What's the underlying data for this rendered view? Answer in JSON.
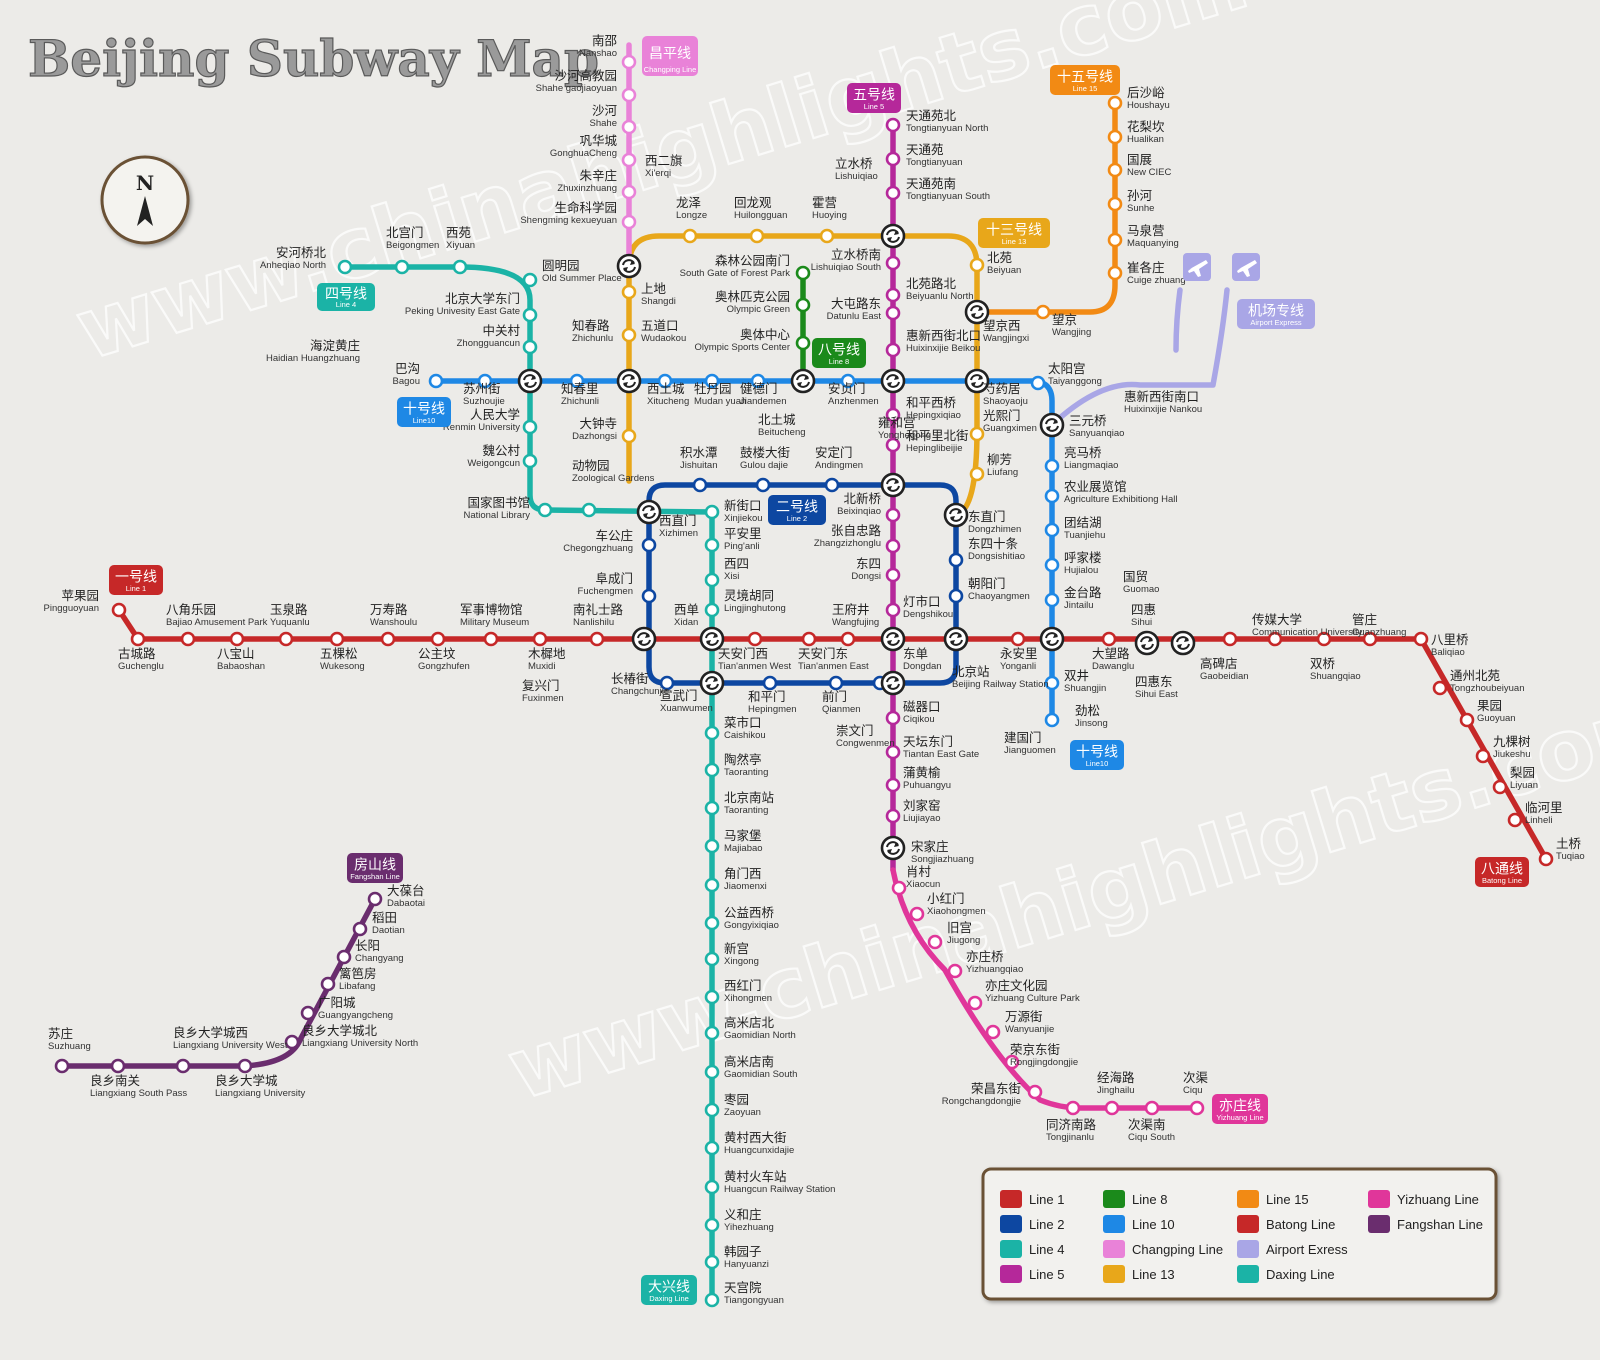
{
  "title": "Beijing Subway Map",
  "watermarks": [
    "www.chinahighlights.com",
    "www.chinahighlights.com"
  ],
  "compass": {
    "label": "N"
  },
  "colors": {
    "line1": "#c62828",
    "line2": "#0d47a1",
    "line4": "#1bb3a6",
    "line5": "#b5289a",
    "line8": "#1b8a1b",
    "line10": "#1e88e5",
    "line13": "#e8a71a",
    "line15": "#f28a14",
    "changping": "#e982d8",
    "batong": "#c62828",
    "airport": "#a9a6e6",
    "daxing": "#1bb3a6",
    "yizhuang": "#e0369a",
    "fangshan": "#6a2d6e"
  },
  "badges": {
    "line1": {
      "cn": "一号线",
      "en": "Line 1"
    },
    "line2": {
      "cn": "二号线",
      "en": "Line 2"
    },
    "line4": {
      "cn": "四号线",
      "en": "Line 4"
    },
    "line5": {
      "cn": "五号线",
      "en": "Line 5"
    },
    "line8": {
      "cn": "八号线",
      "en": "Line 8"
    },
    "line10a": {
      "cn": "十号线",
      "en": "Line10"
    },
    "line10b": {
      "cn": "十号线",
      "en": "Line10"
    },
    "line13": {
      "cn": "十三号线",
      "en": "Line 13"
    },
    "line15": {
      "cn": "十五号线",
      "en": "Line 15"
    },
    "changping": {
      "cn": "昌平线",
      "en": "Changping Line"
    },
    "batong": {
      "cn": "八通线",
      "en": "Batong Line"
    },
    "airport": {
      "cn": "机场专线",
      "en": "Airport Express"
    },
    "daxing": {
      "cn": "大兴线",
      "en": "Daxing Line"
    },
    "yizhuang": {
      "cn": "亦庄线",
      "en": "Yizhuang Line"
    },
    "fangshan": {
      "cn": "房山线",
      "en": "Fangshan Line"
    }
  },
  "legend": [
    {
      "label": "Line 1",
      "color": "#c62828"
    },
    {
      "label": "Line 2",
      "color": "#0d47a1"
    },
    {
      "label": "Line 4",
      "color": "#1bb3a6"
    },
    {
      "label": "Line 5",
      "color": "#b5289a"
    },
    {
      "label": "Line 8",
      "color": "#1b8a1b"
    },
    {
      "label": "Line 10",
      "color": "#1e88e5"
    },
    {
      "label": "Changping Line",
      "color": "#e982d8"
    },
    {
      "label": "Line 13",
      "color": "#e8a71a"
    },
    {
      "label": "Line 15",
      "color": "#f28a14"
    },
    {
      "label": "Batong Line",
      "color": "#c62828"
    },
    {
      "label": "Airport Exress",
      "color": "#a9a6e6"
    },
    {
      "label": "Daxing Line",
      "color": "#1bb3a6"
    },
    {
      "label": "Yizhuang Line",
      "color": "#e0369a"
    },
    {
      "label": "Fangshan Line",
      "color": "#6a2d6e"
    }
  ],
  "stations": [
    {
      "cn": "苹果园",
      "en": "Pingguoyuan"
    },
    {
      "cn": "古城路",
      "en": "Guchenglu"
    },
    {
      "cn": "八角乐园",
      "en": "Bajiao Amusement Park"
    },
    {
      "cn": "八宝山",
      "en": "Babaoshan"
    },
    {
      "cn": "玉泉路",
      "en": "Yuquanlu"
    },
    {
      "cn": "五棵松",
      "en": "Wukesong"
    },
    {
      "cn": "万寿路",
      "en": "Wanshoulu"
    },
    {
      "cn": "公主坟",
      "en": "Gongzhufen"
    },
    {
      "cn": "军事博物馆",
      "en": "Military Museum"
    },
    {
      "cn": "木樨地",
      "en": "Muxidi"
    },
    {
      "cn": "南礼士路",
      "en": "Nanlishilu"
    },
    {
      "cn": "复兴门",
      "en": "Fuxinmen"
    },
    {
      "cn": "西单",
      "en": "Xidan"
    },
    {
      "cn": "天安门西",
      "en": "Tian'anmen West"
    },
    {
      "cn": "天安门东",
      "en": "Tian'anmen East"
    },
    {
      "cn": "王府井",
      "en": "Wangfujing"
    },
    {
      "cn": "东单",
      "en": "Dongdan"
    },
    {
      "cn": "建国门",
      "en": "Jianguomen"
    },
    {
      "cn": "永安里",
      "en": "Yonganli"
    },
    {
      "cn": "国贸",
      "en": "Guomao"
    },
    {
      "cn": "大望路",
      "en": "Dawanglu"
    },
    {
      "cn": "四惠",
      "en": "Sihui"
    },
    {
      "cn": "四惠东",
      "en": "Sihui East"
    },
    {
      "cn": "高碑店",
      "en": "Gaobeidian"
    },
    {
      "cn": "传媒大学",
      "en": "Communication University"
    },
    {
      "cn": "双桥",
      "en": "Shuangqiao"
    },
    {
      "cn": "管庄",
      "en": "Guanzhuang"
    },
    {
      "cn": "八里桥",
      "en": "Baliqiao"
    },
    {
      "cn": "通州北苑",
      "en": "Tongzhoubeiyuan"
    },
    {
      "cn": "果园",
      "en": "Guoyuan"
    },
    {
      "cn": "九棵树",
      "en": "Jiukeshu"
    },
    {
      "cn": "梨园",
      "en": "Liyuan"
    },
    {
      "cn": "临河里",
      "en": "Linheli"
    },
    {
      "cn": "土桥",
      "en": "Tuqiao"
    },
    {
      "cn": "积水潭",
      "en": "Jishuitan"
    },
    {
      "cn": "鼓楼大街",
      "en": "Gulou dajie"
    },
    {
      "cn": "安定门",
      "en": "Andingmen"
    },
    {
      "cn": "雍和宫",
      "en": "Yonghegong"
    },
    {
      "cn": "东直门",
      "en": "Dongzhimen"
    },
    {
      "cn": "东四十条",
      "en": "Dongsishitiao"
    },
    {
      "cn": "朝阳门",
      "en": "Chaoyangmen"
    },
    {
      "cn": "北京站",
      "en": "Beijing Railway Station"
    },
    {
      "cn": "崇文门",
      "en": "Congwenmen"
    },
    {
      "cn": "前门",
      "en": "Qianmen"
    },
    {
      "cn": "和平门",
      "en": "Hepingmen"
    },
    {
      "cn": "宣武门",
      "en": "Xuanwumen"
    },
    {
      "cn": "长椿街",
      "en": "Changchunjie"
    },
    {
      "cn": "阜成门",
      "en": "Fuchengmen"
    },
    {
      "cn": "车公庄",
      "en": "Chegongzhuang"
    },
    {
      "cn": "西直门",
      "en": "Xizhimen"
    },
    {
      "cn": "安河桥北",
      "en": "Anheqiao North"
    },
    {
      "cn": "北宫门",
      "en": "Beigongmen"
    },
    {
      "cn": "西苑",
      "en": "Xiyuan"
    },
    {
      "cn": "圆明园",
      "en": "Old Summer Place"
    },
    {
      "cn": "北京大学东门",
      "en": "Peking Univesity East Gate"
    },
    {
      "cn": "中关村",
      "en": "Zhongguancun"
    },
    {
      "cn": "海淀黄庄",
      "en": "Haidian Huangzhuang"
    },
    {
      "cn": "人民大学",
      "en": "Renmin University"
    },
    {
      "cn": "魏公村",
      "en": "Weigongcun"
    },
    {
      "cn": "国家图书馆",
      "en": "National Library"
    },
    {
      "cn": "动物园",
      "en": "Zoological Gardens"
    },
    {
      "cn": "新街口",
      "en": "Xinjiekou"
    },
    {
      "cn": "平安里",
      "en": "Ping'anli"
    },
    {
      "cn": "西四",
      "en": "Xisi"
    },
    {
      "cn": "灵境胡同",
      "en": "Lingjinghutong"
    },
    {
      "cn": "菜市口",
      "en": "Caishikou"
    },
    {
      "cn": "陶然亭",
      "en": "Taoranting"
    },
    {
      "cn": "北京南站",
      "en": "Taoranting"
    },
    {
      "cn": "马家堡",
      "en": "Majiabao"
    },
    {
      "cn": "角门西",
      "en": "Jiaomenxi"
    },
    {
      "cn": "公益西桥",
      "en": "Gongyixiqiao"
    },
    {
      "cn": "新宫",
      "en": "Xingong"
    },
    {
      "cn": "西红门",
      "en": "Xihongmen"
    },
    {
      "cn": "高米店北",
      "en": "Gaomidian North"
    },
    {
      "cn": "高米店南",
      "en": "Gaomidian South"
    },
    {
      "cn": "枣园",
      "en": "Zaoyuan"
    },
    {
      "cn": "黄村西大街",
      "en": "Huangcunxidajie"
    },
    {
      "cn": "黄村火车站",
      "en": "Huangcun Railway Station"
    },
    {
      "cn": "义和庄",
      "en": "Yihezhuang"
    },
    {
      "cn": "韩园子",
      "en": "Hanyuanzi"
    },
    {
      "cn": "天宫院",
      "en": "Tiangongyuan"
    },
    {
      "cn": "天通苑北",
      "en": "Tongtianyuan North"
    },
    {
      "cn": "天通苑",
      "en": "Tongtianyuan"
    },
    {
      "cn": "天通苑南",
      "en": "Tongtianyuan South"
    },
    {
      "cn": "立水桥",
      "en": "Lishuiqiao"
    },
    {
      "cn": "立水桥南",
      "en": "Lishuiqiao South"
    },
    {
      "cn": "北苑路北",
      "en": "Beiyuanlu North"
    },
    {
      "cn": "大屯路东",
      "en": "Datunlu East"
    },
    {
      "cn": "惠新西街北口",
      "en": "Huixinxijie Beikou"
    },
    {
      "cn": "惠新西街南口",
      "en": "Huixinxijie Nankou"
    },
    {
      "cn": "和平西桥",
      "en": "Hepingxiqiao"
    },
    {
      "cn": "和平里北街",
      "en": "Hepinglibeijie"
    },
    {
      "cn": "北新桥",
      "en": "Beixinqiao"
    },
    {
      "cn": "张自忠路",
      "en": "Zhangzizhonglu"
    },
    {
      "cn": "东四",
      "en": "Dongsi"
    },
    {
      "cn": "灯市口",
      "en": "Dengshikou"
    },
    {
      "cn": "磁器口",
      "en": "Ciqikou"
    },
    {
      "cn": "天坛东门",
      "en": "Tiantan East Gate"
    },
    {
      "cn": "蒲黄榆",
      "en": "Puhuangyu"
    },
    {
      "cn": "刘家窑",
      "en": "Liujiayao"
    },
    {
      "cn": "宋家庄",
      "en": "Songjiazhuang"
    },
    {
      "cn": "森林公园南门",
      "en": "South Gate of Forest Park"
    },
    {
      "cn": "奥林匹克公园",
      "en": "Olympic Green"
    },
    {
      "cn": "奥体中心",
      "en": "Olympic Sports Center"
    },
    {
      "cn": "北土城",
      "en": "Beitucheng"
    },
    {
      "cn": "巴沟",
      "en": "Bagou"
    },
    {
      "cn": "苏州街",
      "en": "Suzhoujie"
    },
    {
      "cn": "知春里",
      "en": "Zhichunli"
    },
    {
      "cn": "知春路",
      "en": "Zhichunlu"
    },
    {
      "cn": "西土城",
      "en": "Xitucheng"
    },
    {
      "cn": "牡丹园",
      "en": "Mudan yuan"
    },
    {
      "cn": "健德门",
      "en": "Jiandemen"
    },
    {
      "cn": "安贞门",
      "en": "Anzhenmen"
    },
    {
      "cn": "芍药居",
      "en": "Shaoyaoju"
    },
    {
      "cn": "太阳宫",
      "en": "Taiyanggong"
    },
    {
      "cn": "三元桥",
      "en": "Sanyuanqiao"
    },
    {
      "cn": "亮马桥",
      "en": "Liangmaqiao"
    },
    {
      "cn": "农业展览馆",
      "en": "Agriculture Exhibitiong Hall"
    },
    {
      "cn": "团结湖",
      "en": "Tuanjiehu"
    },
    {
      "cn": "呼家楼",
      "en": "Hujialou"
    },
    {
      "cn": "金台路",
      "en": "Jintailu"
    },
    {
      "cn": "双井",
      "en": "Shuangjin"
    },
    {
      "cn": "劲松",
      "en": "Jinsong"
    },
    {
      "cn": "西二旗",
      "en": "Xi'erqi"
    },
    {
      "cn": "龙泽",
      "en": "Longze"
    },
    {
      "cn": "回龙观",
      "en": "Huilongguan"
    },
    {
      "cn": "霍营",
      "en": "Huoying"
    },
    {
      "cn": "北苑",
      "en": "Beiyuan"
    },
    {
      "cn": "望京西",
      "en": "Wangjingxi"
    },
    {
      "cn": "光熙门",
      "en": "Guangximen"
    },
    {
      "cn": "柳芳",
      "en": "Liufang"
    },
    {
      "cn": "上地",
      "en": "Shangdi"
    },
    {
      "cn": "五道口",
      "en": "Wudaokou"
    },
    {
      "cn": "大钟寺",
      "en": "Dazhongsi"
    },
    {
      "cn": "后沙峪",
      "en": "Houshayu"
    },
    {
      "cn": "花梨坎",
      "en": "Hualikan"
    },
    {
      "cn": "国展",
      "en": "New CIEC"
    },
    {
      "cn": "孙河",
      "en": "Sunhe"
    },
    {
      "cn": "马泉营",
      "en": "Maquanying"
    },
    {
      "cn": "崔各庄",
      "en": "Cuige zhuang"
    },
    {
      "cn": "望京",
      "en": "Wangjing"
    },
    {
      "cn": "南邵",
      "en": "Nanshao"
    },
    {
      "cn": "沙河高教园",
      "en": "Shahe gaojiaoyuan"
    },
    {
      "cn": "沙河",
      "en": "Shahe"
    },
    {
      "cn": "巩华城",
      "en": "GonghuaCheng"
    },
    {
      "cn": "朱辛庄",
      "en": "Zhuxinzhuang"
    },
    {
      "cn": "生命科学园",
      "en": "Shengming kexueyuan"
    },
    {
      "cn": "肖村",
      "en": "Xiaocun"
    },
    {
      "cn": "小红门",
      "en": "Xiaohongmen"
    },
    {
      "cn": "旧宫",
      "en": "Jiugong"
    },
    {
      "cn": "亦庄桥",
      "en": "Yizhuangqiao"
    },
    {
      "cn": "亦庄文化园",
      "en": "Yizhuang Culture Park"
    },
    {
      "cn": "万源街",
      "en": "Wanyuanjie"
    },
    {
      "cn": "荣京东街",
      "en": "Rongjingdongjie"
    },
    {
      "cn": "荣昌东街",
      "en": "Rongchangdongjie"
    },
    {
      "cn": "同济南路",
      "en": "Tongjinanlu"
    },
    {
      "cn": "经海路",
      "en": "Jinghailu"
    },
    {
      "cn": "次渠南",
      "en": "Ciqu South"
    },
    {
      "cn": "次渠",
      "en": "Ciqu"
    },
    {
      "cn": "大葆台",
      "en": "Dabaotai"
    },
    {
      "cn": "稻田",
      "en": "Daotian"
    },
    {
      "cn": "长阳",
      "en": "Changyang"
    },
    {
      "cn": "篱笆房",
      "en": "Libafang"
    },
    {
      "cn": "广阳城",
      "en": "Guangyangcheng"
    },
    {
      "cn": "良乡大学城北",
      "en": "Liangxiang University North"
    },
    {
      "cn": "良乡大学城",
      "en": "Liangxiang University"
    },
    {
      "cn": "良乡大学城西",
      "en": "Liangxiang University West"
    },
    {
      "cn": "良乡南关",
      "en": "Liangxiang South Pass"
    },
    {
      "cn": "苏庄",
      "en": "Suzhuang"
    }
  ]
}
